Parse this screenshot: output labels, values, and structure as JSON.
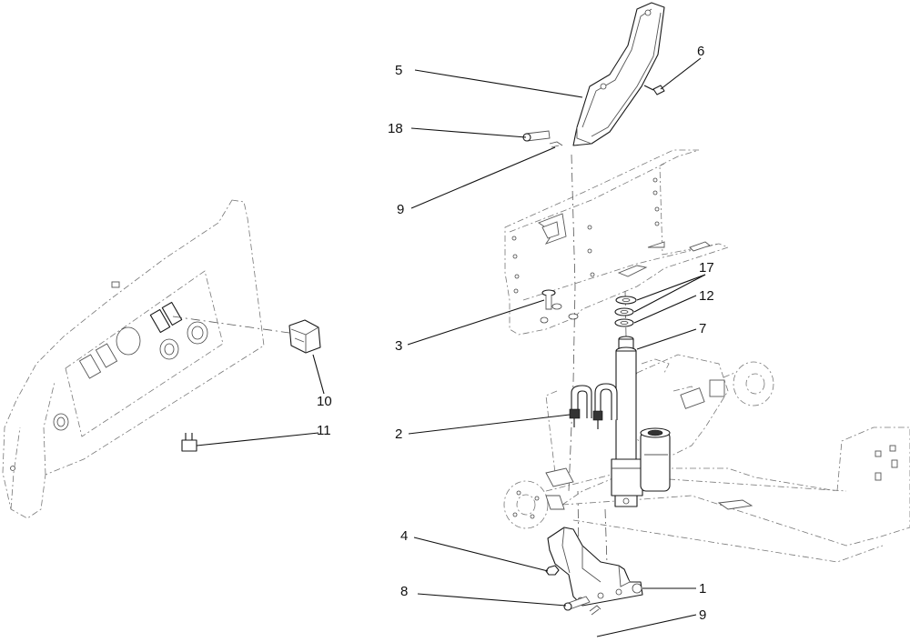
{
  "callouts": [
    {
      "id": "c5",
      "label": "5"
    },
    {
      "id": "c6",
      "label": "6"
    },
    {
      "id": "c18",
      "label": "18"
    },
    {
      "id": "c9top",
      "label": "9"
    },
    {
      "id": "c17",
      "label": "17"
    },
    {
      "id": "c12",
      "label": "12"
    },
    {
      "id": "c3",
      "label": "3"
    },
    {
      "id": "c7",
      "label": "7"
    },
    {
      "id": "c10",
      "label": "10"
    },
    {
      "id": "c11",
      "label": "11"
    },
    {
      "id": "c2",
      "label": "2"
    },
    {
      "id": "c4",
      "label": "4"
    },
    {
      "id": "c1",
      "label": "1"
    },
    {
      "id": "c8",
      "label": "8"
    },
    {
      "id": "c9bot",
      "label": "9"
    }
  ]
}
